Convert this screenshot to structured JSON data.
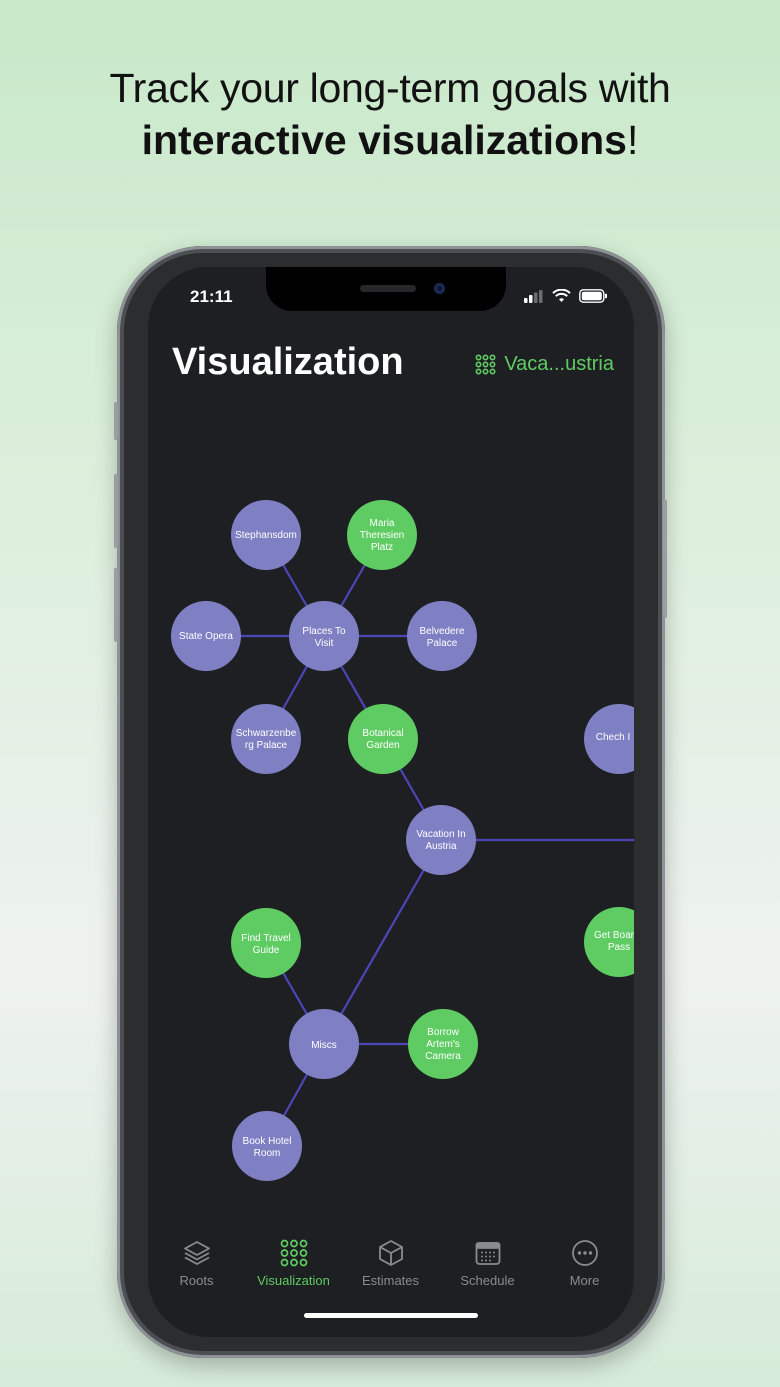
{
  "headline": {
    "line1": "Track your long-term goals with",
    "line2_bold": "interactive visualizations",
    "line2_end": "!"
  },
  "status_bar": {
    "time": "21:11"
  },
  "header": {
    "title": "Visualization",
    "goal_label": "Vaca...ustria",
    "goal_icon": "grid-dots-icon"
  },
  "colors": {
    "accent": "#5fcc63",
    "node_purple": "#7f7fc4",
    "node_green": "#5fcc63",
    "edge": "#4a46b8",
    "screen_bg": "#1e1f22"
  },
  "graph": {
    "nodes": [
      {
        "id": "stephansdom",
        "label": "Stephansdom",
        "status": "open"
      },
      {
        "id": "maria",
        "label": "Maria Theresien Platz",
        "status": "done"
      },
      {
        "id": "state-opera",
        "label": "State Opera",
        "status": "open"
      },
      {
        "id": "places",
        "label": "Places To Visit",
        "status": "open"
      },
      {
        "id": "belvedere",
        "label": "Belvedere Palace",
        "status": "open"
      },
      {
        "id": "schwarzenberg",
        "label": "Schwarzenberg Palace",
        "status": "open"
      },
      {
        "id": "botanical",
        "label": "Botanical Garden",
        "status": "done"
      },
      {
        "id": "check",
        "label": "Chech I",
        "status": "open"
      },
      {
        "id": "vacation",
        "label": "Vacation In Austria",
        "status": "open"
      },
      {
        "id": "guide",
        "label": "Find Travel Guide",
        "status": "done"
      },
      {
        "id": "boarding",
        "label": "Get Boar Pass",
        "status": "done"
      },
      {
        "id": "miscs",
        "label": "Miscs",
        "status": "open"
      },
      {
        "id": "camera",
        "label": "Borrow Artem's Camera",
        "status": "done"
      },
      {
        "id": "hotel",
        "label": "Book Hotel Room",
        "status": "open"
      }
    ]
  },
  "tabs": [
    {
      "label": "Roots",
      "icon": "layers-icon",
      "active": false
    },
    {
      "label": "Visualization",
      "icon": "grid-dots-icon",
      "active": true
    },
    {
      "label": "Estimates",
      "icon": "cube-icon",
      "active": false
    },
    {
      "label": "Schedule",
      "icon": "calendar-icon",
      "active": false
    },
    {
      "label": "More",
      "icon": "more-circle-icon",
      "active": false
    }
  ]
}
